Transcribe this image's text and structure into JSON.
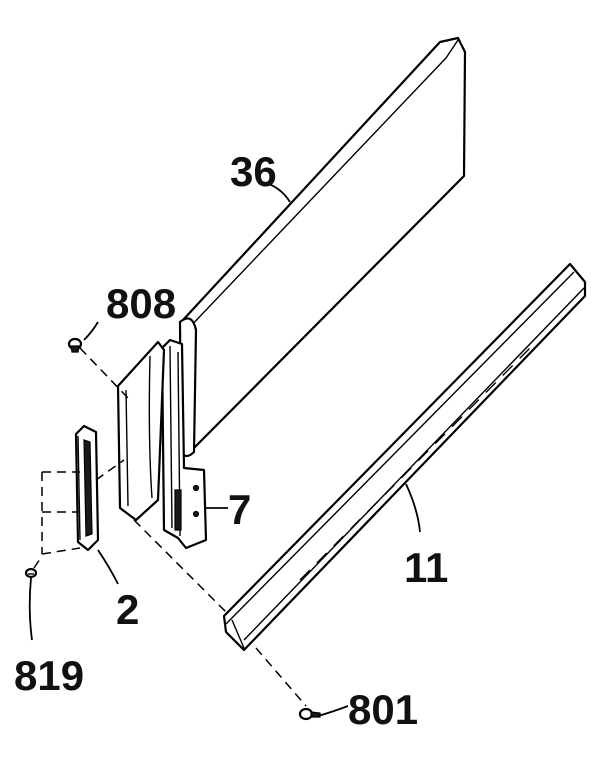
{
  "labels": {
    "rail_panel": "36",
    "long_rail": "11",
    "bracket": "7",
    "end_cap": "2",
    "screw_top": "808",
    "screw_left": "819",
    "screw_bottom": "801"
  }
}
